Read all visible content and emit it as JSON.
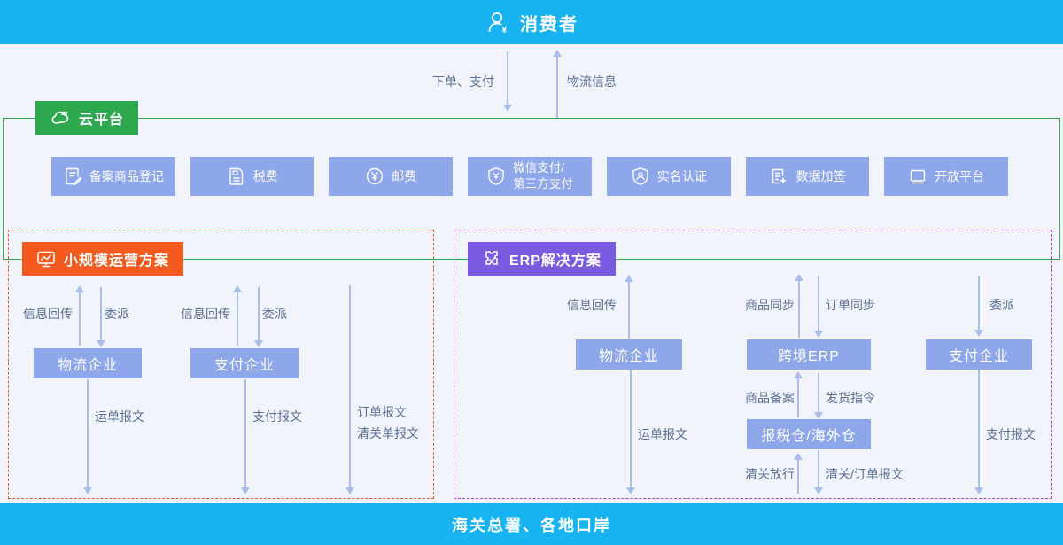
{
  "colors": {
    "bar_cyan": "#18b4f2",
    "node_blue": "#8ea6ea",
    "green": "#2ea84e",
    "orange": "#f45a1d",
    "purple": "#7a5be0",
    "dash_red": "#f5542a",
    "dash_purple": "#b13ae0",
    "arrow": "#a9bfe9",
    "label_text": "#5b6e94",
    "background": "#f1f5fb"
  },
  "consumer": {
    "label": "消费者"
  },
  "consumer_flows": {
    "order_pay": "下单、支付",
    "logistics_info": "物流信息"
  },
  "cloud": {
    "label": "云平台",
    "services": [
      {
        "icon": "doc-edit-icon",
        "label": "备案商品登记"
      },
      {
        "icon": "tax-doc-icon",
        "label": "税费"
      },
      {
        "icon": "yuan-circle-icon",
        "label": "邮费"
      },
      {
        "icon": "pay-shield-icon",
        "label": "微信支付/",
        "label2": "第三方支付"
      },
      {
        "icon": "id-shield-icon",
        "label": "实名认证"
      },
      {
        "icon": "doc-plus-icon",
        "label": "数据加签"
      },
      {
        "icon": "monitor-icon",
        "label": "开放平台"
      }
    ]
  },
  "small_plan": {
    "label": "小规模运营方案",
    "logistics_node": "物流企业",
    "payment_node": "支付企业",
    "info_back_1": "信息回传",
    "delegate_1": "委派",
    "info_back_2": "信息回传",
    "delegate_2": "委派",
    "waybill_msg": "运单报文",
    "payment_msg": "支付报文",
    "order_msg1": "订单报文",
    "order_msg2": "清关单报文"
  },
  "erp_plan": {
    "label": "ERP解决方案",
    "logistics_node": "物流企业",
    "erp_node": "跨境ERP",
    "payment_node": "支付企业",
    "warehouse_node": "报税仓/海外仓",
    "info_back": "信息回传",
    "goods_sync": "商品同步",
    "order_sync": "订单同步",
    "delegate": "委派",
    "goods_filing": "商品备案",
    "ship_order": "发货指令",
    "waybill_msg": "运单报文",
    "payment_msg": "支付报文",
    "clearance_release": "清关放行",
    "clearance_order_msg": "清关/订单报文"
  },
  "customs": {
    "label": "海关总署、各地口岸"
  }
}
